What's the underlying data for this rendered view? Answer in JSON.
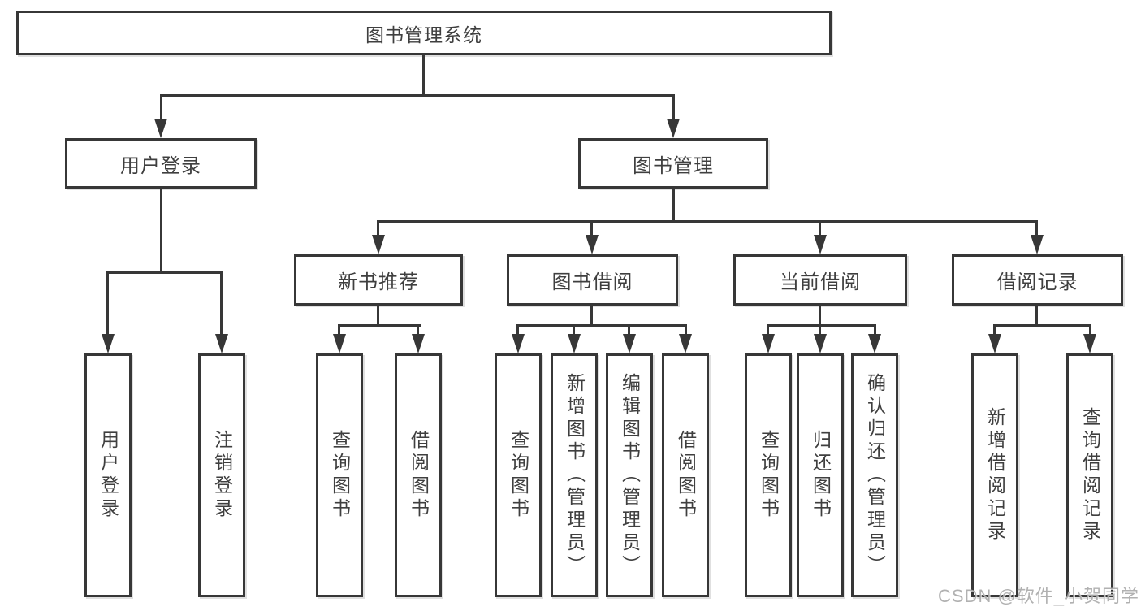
{
  "colors": {
    "line": "#373737",
    "text": "#3f3f3f",
    "background": "#ffffff",
    "watermark": "#a8a8a8"
  },
  "watermark": {
    "text": "CSDN @软件_小贺同学"
  },
  "tree": {
    "label": "图书管理系统",
    "children": [
      {
        "label": "用户登录",
        "children": [
          {
            "label": "用户登录"
          },
          {
            "label": "注销登录"
          }
        ]
      },
      {
        "label": "图书管理",
        "children": [
          {
            "label": "新书推荐",
            "children": [
              {
                "label": "查询图书"
              },
              {
                "label": "借阅图书"
              }
            ]
          },
          {
            "label": "图书借阅",
            "children": [
              {
                "label": "查询图书"
              },
              {
                "label": "新增图书（管理员）"
              },
              {
                "label": "编辑图书（管理员）"
              },
              {
                "label": "借阅图书"
              }
            ]
          },
          {
            "label": "当前借阅",
            "children": [
              {
                "label": "查询图书"
              },
              {
                "label": "归还图书"
              },
              {
                "label": "确认归还（管理员）"
              }
            ]
          },
          {
            "label": "借阅记录",
            "children": [
              {
                "label": "新增借阅记录"
              },
              {
                "label": "查询借阅记录"
              }
            ]
          }
        ]
      }
    ]
  }
}
